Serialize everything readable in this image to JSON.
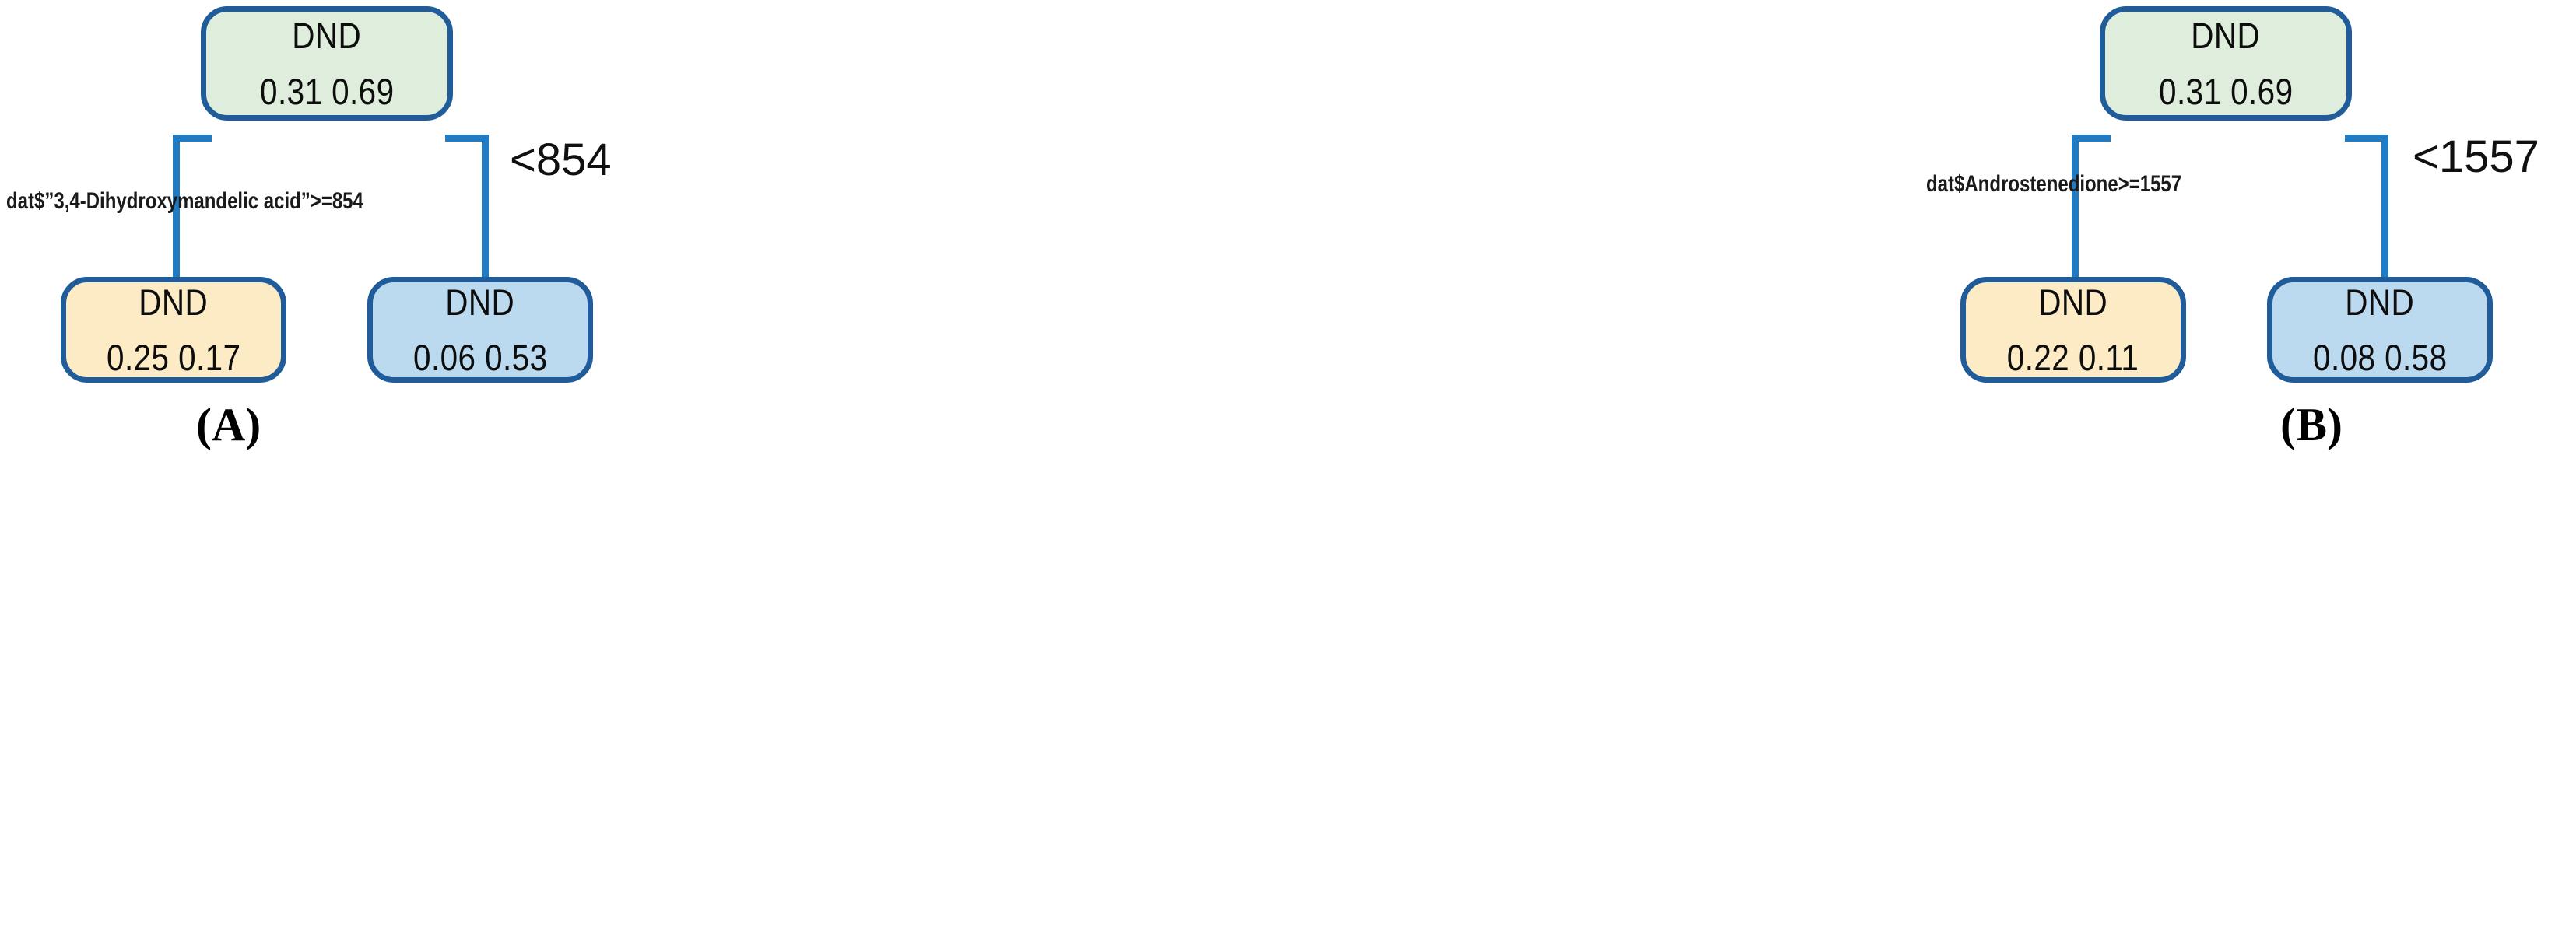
{
  "figure": {
    "type": "decision-tree-diagram",
    "background_color": "#ffffff",
    "panel_count": 2
  },
  "colors": {
    "root_fill": "#DEEDDC",
    "leaf_left_fill": "#FCEBC5",
    "leaf_right_fill": "#BBD9EF",
    "node_border": "#1F5C99",
    "connector": "#1F7BC4",
    "text": "#0d0d0d"
  },
  "panels": [
    {
      "id": "A",
      "caption": "(A)",
      "root": {
        "label": "DND",
        "values": "0.31 0.69",
        "value_list": [
          0.31,
          0.69
        ],
        "fill": "#DEEDDC"
      },
      "split": {
        "left_condition": "dat$”3,4-Dihydroxymandelic acid”>=854",
        "right_condition": "<854",
        "variable": "3,4-Dihydroxymandelic acid",
        "threshold": 854
      },
      "leaves": [
        {
          "side": "left",
          "label": "DND",
          "values": "0.25 0.17",
          "value_list": [
            0.25,
            0.17
          ],
          "fill": "#FCEBC5"
        },
        {
          "side": "right",
          "label": "DND",
          "values": "0.06 0.53",
          "value_list": [
            0.06,
            0.53
          ],
          "fill": "#BBD9EF"
        }
      ]
    },
    {
      "id": "B",
      "caption": "(B)",
      "root": {
        "label": "DND",
        "values": "0.31 0.69",
        "value_list": [
          0.31,
          0.69
        ],
        "fill": "#DEEDDC"
      },
      "split": {
        "left_condition": "dat$Androstenedione>=1557",
        "right_condition": "<1557",
        "variable": "Androstenedione",
        "threshold": 1557
      },
      "leaves": [
        {
          "side": "left",
          "label": "DND",
          "values": "0.22 0.11",
          "value_list": [
            0.22,
            0.11
          ],
          "fill": "#FCEBC5"
        },
        {
          "side": "right",
          "label": "DND",
          "values": "0.08 0.58",
          "value_list": [
            0.08,
            0.58
          ],
          "fill": "#BBD9EF"
        }
      ]
    }
  ],
  "chart_data": {
    "type": "diagram",
    "title": "",
    "subtitle": "",
    "description": "Two CART decision-tree stumps (A and B), each splitting a root node into two terminal leaf nodes on a single metabolite threshold.",
    "trees": [
      {
        "panel": "A",
        "root": {
          "class": "DND",
          "proportions": [
            0.31,
            0.69
          ]
        },
        "split_variable": "3,4-Dihydroxymandelic acid",
        "split_threshold": 854,
        "branches": [
          {
            "direction": "left",
            "condition": "dat$”3,4-Dihydroxymandelic acid”>=854",
            "leaf": {
              "class": "DND",
              "proportions": [
                0.25,
                0.17
              ]
            }
          },
          {
            "direction": "right",
            "condition": "<854",
            "leaf": {
              "class": "DND",
              "proportions": [
                0.06,
                0.53
              ]
            }
          }
        ]
      },
      {
        "panel": "B",
        "root": {
          "class": "DND",
          "proportions": [
            0.31,
            0.69
          ]
        },
        "split_variable": "Androstenedione",
        "split_threshold": 1557,
        "branches": [
          {
            "direction": "left",
            "condition": "dat$Androstenedione>=1557",
            "leaf": {
              "class": "DND",
              "proportions": [
                0.22,
                0.11
              ]
            }
          },
          {
            "direction": "right",
            "condition": "<1557",
            "leaf": {
              "class": "DND",
              "proportions": [
                0.08,
                0.58
              ]
            }
          }
        ]
      }
    ],
    "legend": [],
    "annotations": [
      "(A)",
      "(B)"
    ]
  }
}
